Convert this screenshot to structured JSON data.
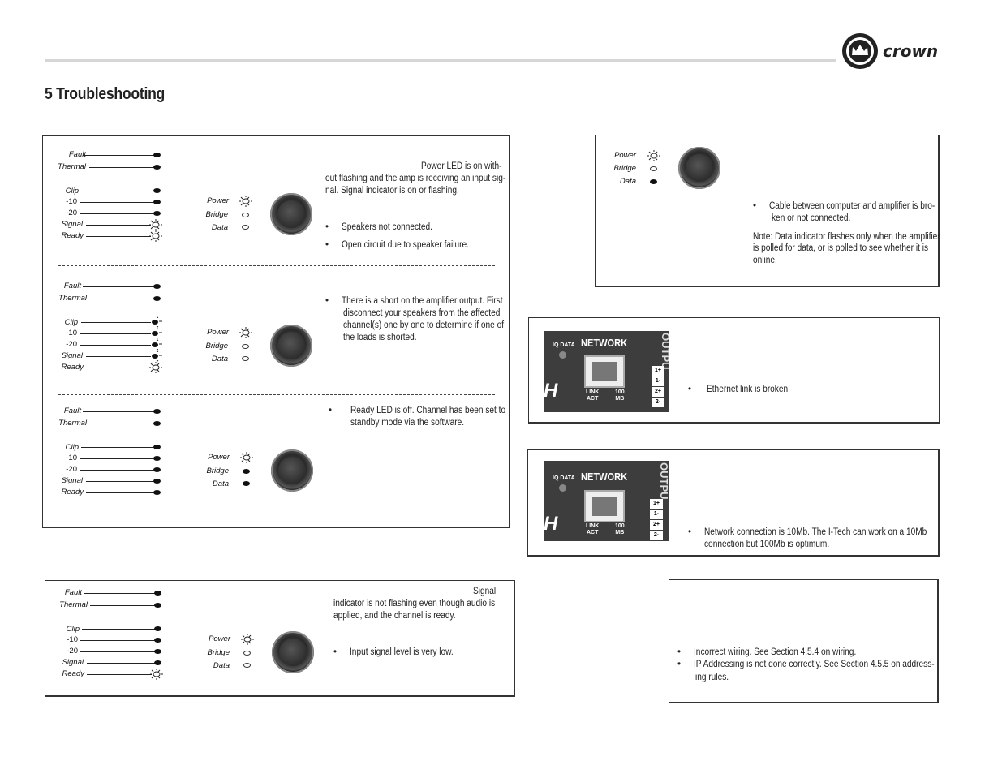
{
  "header": {
    "title": "5 Troubleshooting",
    "logo_text": "crown"
  },
  "led_labels": {
    "fault": "Fault",
    "thermal": "Thermal",
    "clip": "Clip",
    "m10": "-10",
    "m20": "-20",
    "signal": "Signal",
    "ready": "Ready",
    "power": "Power",
    "bridge": "Bridge",
    "data": "Data"
  },
  "box1": {
    "s1_text": [
      "Power LED is on with-",
      "out flashing and the amp is receiving an input sig-",
      "nal. Signal indicator is on or flashing."
    ],
    "s1_bullets": [
      "Speakers not connected.",
      "Open circuit due to speaker failure."
    ],
    "s2_bullets": [
      "There is a short on the amplifier output. First",
      "disconnect your speakers from the affected",
      "channel(s) one by one to determine if one of",
      "the loads is shorted."
    ],
    "s3_bullets": [
      "Ready LED is off. Channel has been set to",
      "standby mode via the software."
    ]
  },
  "box2": {
    "text": [
      "Signal",
      "indicator is not flashing even though audio is",
      "applied, and the channel is ready."
    ],
    "bullet": "Input signal level is very low."
  },
  "box3": {
    "bullet": [
      "Cable between computer and amplifier is bro-",
      "ken or not connected."
    ],
    "note": [
      "Note: Data indicator flashes only when the amplifier",
      "is polled for data, or is polled to see whether it is",
      "online."
    ]
  },
  "panel": {
    "iq": "IQ DATA",
    "network": "NETWORK",
    "link": "LINK",
    "act": "ACT",
    "mb100": "100",
    "mb": "MB",
    "h": "H",
    "out": "OUTPU",
    "terms": [
      "1+",
      "1-",
      "2+",
      "2-"
    ]
  },
  "box4": {
    "bullet": "Ethernet link is broken."
  },
  "box5": {
    "bullet": [
      "Network connection is 10Mb. The I-Tech can work on a 10Mb",
      "connection but 100Mb is optimum."
    ]
  },
  "box6": {
    "bullets": [
      "Incorrect wiring. See Section 4.5.4 on wiring.",
      "IP Addressing is not done correctly. See Section 4.5.5 on address-",
      "ing rules."
    ]
  }
}
